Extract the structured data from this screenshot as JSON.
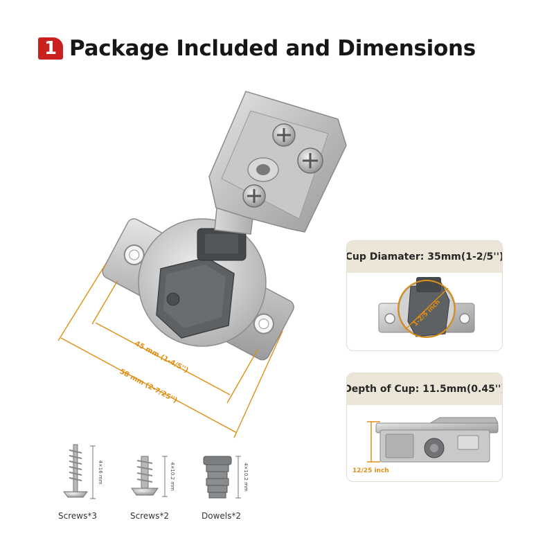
{
  "header": {
    "step_number": "1",
    "title": "Package Included and Dimensions"
  },
  "main_dimensions": {
    "inner_hole_distance": "45 mm (1-4/5'')",
    "outer_length": "58 mm (2-7/25'')"
  },
  "cup_diameter_panel": {
    "title": "Cup Diamater: 35mm(1-2/5'')",
    "label": "1-2/5 inch"
  },
  "cup_depth_panel": {
    "title": "Depth of Cup: 11.5mm(0.45'')",
    "label": "12/25 inch"
  },
  "parts": [
    {
      "name": "Screws*3",
      "size": "4×16 mm"
    },
    {
      "name": "Screws*2",
      "size": "4×10.2 mm"
    },
    {
      "name": "Dowels*2",
      "size": "4×10.2 mm"
    }
  ],
  "colors": {
    "accent": "#c8211f",
    "dimension": "#e08e13",
    "panel_header": "#ece6d9",
    "metal": "#c9c9c9",
    "plastic": "#5a5d60"
  }
}
